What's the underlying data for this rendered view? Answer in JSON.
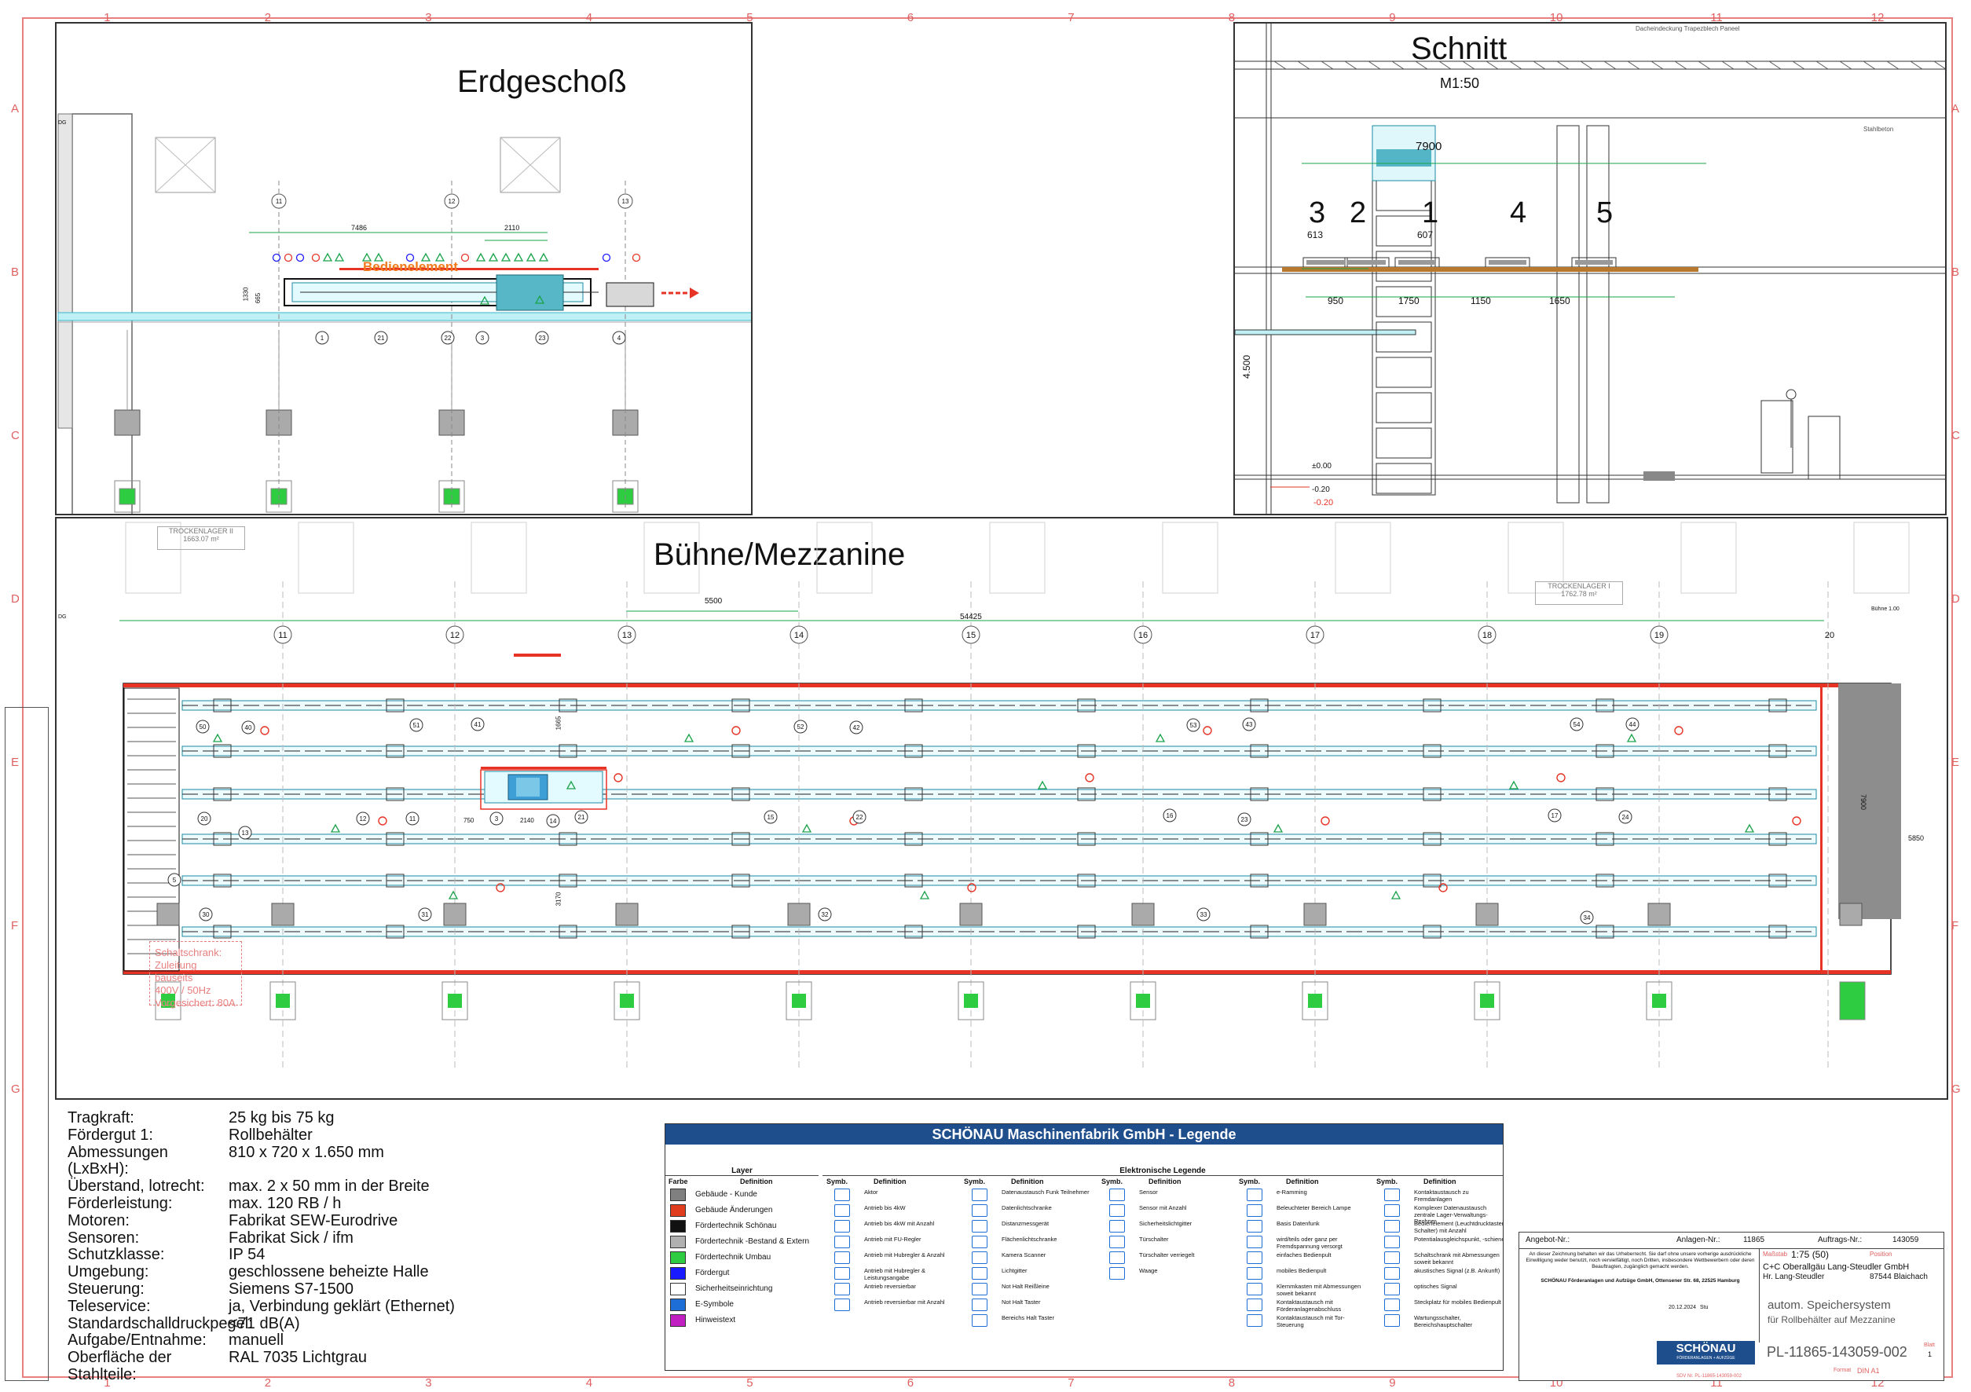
{
  "drawing": {
    "ruler_top": [
      "1",
      "2",
      "3",
      "4",
      "5",
      "6",
      "7",
      "8",
      "9",
      "10",
      "11",
      "12"
    ],
    "ruler_side": [
      "A",
      "B",
      "C",
      "D",
      "E",
      "F",
      "G"
    ],
    "panels": {
      "ground": {
        "title": "Erdgeschoß",
        "dim1": "7486",
        "dim2": "2110",
        "dim3": "1330",
        "dim4": "665",
        "label_operator": "Bedienelement",
        "axes": [
          "11",
          "12",
          "13"
        ],
        "callouts": [
          "1",
          "21",
          "22",
          "3",
          "23",
          "4"
        ],
        "tag_dg": "DG"
      },
      "section": {
        "title": "Schnitt",
        "scale": "M1:50",
        "roof_label": "Dacheindeckung Trapezblech Paneel",
        "beam_label": "Stahlbeton",
        "dim_total": "7900",
        "dims_top": [
          "613",
          "607"
        ],
        "dims_bottom": [
          "950",
          "1750",
          "1150",
          "1650"
        ],
        "levels": [
          "±0.00",
          "-0.20",
          "-0.20"
        ],
        "height": "4.500",
        "positions": [
          "3",
          "2",
          "1",
          "4",
          "5"
        ]
      },
      "mezzanine": {
        "title": "Bühne/Mezzanine",
        "dim_total": "54425",
        "dim_axis": "5500",
        "storage_1": "TROCKENLAGER II",
        "storage_1_area": "1663.07 m²",
        "storage_2": "TROCKENLAGER I",
        "storage_2_area": "1762.78 m²",
        "axes": [
          "11",
          "12",
          "13",
          "14",
          "15",
          "16",
          "17",
          "18",
          "19",
          "20"
        ],
        "dim_7900": "7900",
        "dim_5850": "5850",
        "dim_1665": "1665",
        "dim_3170": "3170",
        "dim_750": "750",
        "dim_2140": "2140",
        "tag_buhne": "Bühne 1.00",
        "tag_dg": "DG",
        "callouts": [
          "50",
          "40",
          "51",
          "41",
          "52",
          "42",
          "53",
          "43",
          "54",
          "44",
          "12",
          "11",
          "3",
          "21",
          "15",
          "22",
          "16",
          "23",
          "17",
          "24",
          "20",
          "13",
          "5",
          "30",
          "31",
          "32",
          "33",
          "34",
          "14"
        ],
        "cabinet": {
          "l1": "Schaltschrank:",
          "l2": "Zuleitung bauseits",
          "l3": "400V / 50Hz",
          "l4": "Vorgesichert: 80A"
        }
      }
    }
  },
  "specs": [
    {
      "k": "Tragkraft:",
      "v": "25 kg bis 75 kg"
    },
    {
      "k": "Fördergut 1:",
      "v": "Rollbehälter"
    },
    {
      "k": "Abmessungen (LxBxH):",
      "v": "810 x 720 x 1.650 mm"
    },
    {
      "k": "Überstand, lotrecht:",
      "v": "max. 2 x 50 mm in der Breite"
    },
    {
      "k": "Förderleistung:",
      "v": "max. 120 RB / h"
    },
    {
      "k": "Motoren:",
      "v": "Fabrikat SEW-Eurodrive"
    },
    {
      "k": "Sensoren:",
      "v": "Fabrikat Sick / ifm"
    },
    {
      "k": "Schutzklasse:",
      "v": "IP 54"
    },
    {
      "k": "Umgebung:",
      "v": "geschlossene beheizte Halle"
    },
    {
      "k": "Steuerung:",
      "v": "Siemens S7-1500"
    },
    {
      "k": "Teleservice:",
      "v": "ja, Verbindung geklärt (Ethernet)"
    },
    {
      "k": "Standardschalldruckpegel:",
      "v": "<71 dB(A)"
    },
    {
      "k": "Aufgabe/Entnahme:",
      "v": "manuell"
    },
    {
      "k": "Oberfläche der Stahlteile:",
      "v": "RAL 7035 Lichtgrau"
    }
  ],
  "legend": {
    "title": "SCHÖNAU Maschinenfabrik GmbH - Legende",
    "layer_head": "Layer",
    "farbe": "Farbe",
    "definition": "Definition",
    "elec_head": "Elektronische Legende",
    "symb": "Symb.",
    "layers": [
      {
        "color": "#808080",
        "name": "Gebäude - Kunde"
      },
      {
        "color": "#e03c1e",
        "name": "Gebäude Änderungen"
      },
      {
        "color": "#111111",
        "name": "Fördertechnik Schönau"
      },
      {
        "color": "#b0b0b0",
        "name": "Fördertechnik -Bestand & Extern"
      },
      {
        "color": "#2ecc40",
        "name": "Fördertechnik Umbau"
      },
      {
        "color": "#1a1aff",
        "name": "Fördergut"
      },
      {
        "color": "#ffffff",
        "name": "Sicherheitseinrichtung"
      },
      {
        "color": "#1e6ed8",
        "name": "E-Symbole"
      },
      {
        "color": "#c21fc2",
        "name": "Hinweistext"
      }
    ],
    "elec_cols": [
      [
        "Aktor",
        "Antrieb bis 4kW",
        "Antrieb bis 4kW mit Anzahl",
        "Antrieb mit FU-Regler",
        "Antrieb mit Hubregler & Anzahl",
        "Antrieb mit Hubregler & Leistungsangabe",
        "Antrieb reversierbar",
        "Antrieb reversierbar mit Anzahl"
      ],
      [
        "Datenaustausch Funk Teilnehmer",
        "Datenlichtschranke",
        "Distanzmessgerät",
        "Flächenlichtschranke",
        "Kamera Scanner",
        "Lichtgitter",
        "Not Halt Reißleine",
        "Not Halt Taster",
        "Bereichs Halt Taster"
      ],
      [
        "Sensor",
        "Sensor mit Anzahl",
        "Sicherheitslichtgitter",
        "Türschalter",
        "Türschalter verriegelt",
        "Waage"
      ],
      [
        "e-Ramming",
        "Beleuchteter Bereich Lampe",
        "Basis Datenfunk",
        "wird/teils oder ganz per Fremdspannung versorgt",
        "einfaches Bedienpult",
        "mobiles Bedienpult",
        "Klemmkasten mit Abmessungen soweit bekannt",
        "Kontaktaustausch mit Förderanlagenabschluss",
        "Kontaktaustausch mit Tor-Steuerung"
      ],
      [
        "Kontaktaustausch zu Fremdanlagen",
        "Komplexer Datenaustausch zentrale Lager-Verwaltungs-Rechner",
        "Bedienelement (Leuchtdrucktaster, Schalter) mit Anzahl",
        "Potentialausgleichspunkt, -schiene",
        "Schaltschrank mit Abmessungen soweit bekannt",
        "akustisches Signal (z.B. Ankunft)",
        "optisches Signal",
        "Steckplatz für mobiles Bedienpult",
        "Wartungsschalter, Bereichshauptschalter"
      ]
    ]
  },
  "titleblock": {
    "angebot_label": "Angebot-Nr.:",
    "anlagen_label": "Anlagen-Nr.:",
    "anlagen_nr": "11865",
    "auftrags_label": "Auftrags-Nr.:",
    "auftrags_nr": "143059",
    "copyright": "An dieser Zeichnung behalten wir das Urheberrecht. Sie darf ohne unsere vorherige ausdrückliche Einwilligung weder benutzt, noch vervielfältigt, noch Dritten, insbesondere Wettbewerbern oder deren Beauftragten, zugänglich gemacht werden.",
    "company_addr": "SCHÖNAU Förderanlagen und Aufzüge GmbH, Ottensener Str. 68, 22525 Hamburg",
    "massstab_label": "Maßstab",
    "massstab": "1:75 (50)",
    "position_label": "Position",
    "customer": "C+C Oberallgäu Lang-Steudler GmbH",
    "customer_contact": "Hr. Lang-Steudler",
    "customer_city": "87544 Blaichach",
    "datum": "20.12.2024",
    "name": "Stu",
    "title1": "autom. Speichersystem",
    "title2": "für Rollbehälter auf Mezzanine",
    "logo": "SCHÖNAU",
    "logo_sub": "FÖRDERANLAGEN + AUFZÜGE",
    "drawing_no": "PL-11865-143059-002",
    "blatt_label": "Blatt",
    "blatt": "1",
    "format_label": "Format",
    "format": "DIN A1",
    "file": "SDV Nr. PL-11865-143059-002"
  }
}
